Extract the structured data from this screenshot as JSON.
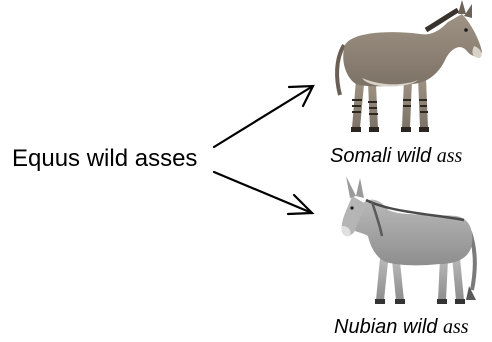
{
  "root": {
    "label": "Equus wild asses"
  },
  "children": [
    {
      "caption_main": "Somali wild",
      "caption_tail": "ass",
      "image": "somali-wild-ass-photo",
      "coat": "#8f8376"
    },
    {
      "caption_main": "Nubian wild",
      "caption_tail": "ass",
      "image": "nubian-wild-ass-photo",
      "coat": "#a9a9a9"
    }
  ],
  "colors": {
    "text": "#000000",
    "arrow": "#000000",
    "background": "#ffffff"
  }
}
